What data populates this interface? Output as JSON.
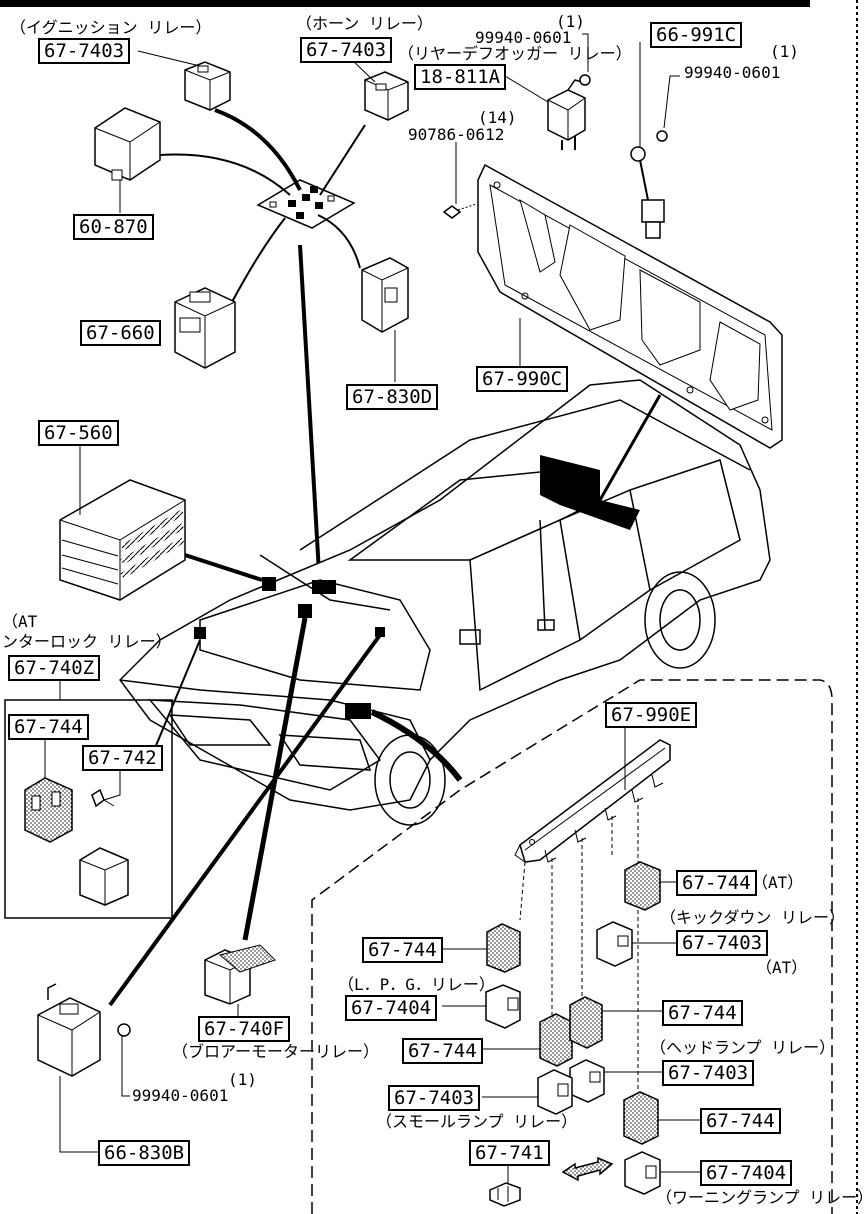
{
  "labels": {
    "ign_relay_note": "（イグニッション リレー）",
    "ign_relay_part": "67-7403",
    "horn_relay_note": "（ホーン リレー）",
    "horn_relay_part": "67-7403",
    "bolt_qty_1": "(1)",
    "bolt_part_1": "99940-0601",
    "defogger_note": "（リヤーデフオッガー リレー）",
    "defogger_part": "18-811A",
    "part_66991C": "66-991C",
    "bolt_qty_2": "(1)",
    "bolt_part_2": "99940-0601",
    "screw_qty": "(14)",
    "screw_part": "90786-0612",
    "part_60870": "60-870",
    "part_67660": "67-660",
    "part_67830D": "67-830D",
    "part_67990C": "67-990C",
    "part_67560": "67-560",
    "at_note_1": "（AT",
    "at_note_2": "ンターロック リレー）",
    "part_67740Z": "67-740Z",
    "part_67744_a": "67-744",
    "part_67742": "67-742",
    "part_67990E": "67-990E",
    "part_67744_at": "67-744",
    "at_suffix_1": "（AT）",
    "kickdown_note": "（キックダウン リレー）",
    "part_67744_b": "67-744",
    "part_7403_kick": "67-7403",
    "at_suffix_2": "（AT）",
    "lpg_note": "（L．P．G．リレー）",
    "part_7404_lpg": "67-7404",
    "part_67744_c": "67-744",
    "part_67744_d": "67-744",
    "headlamp_note": "（ヘッドランプ リレー）",
    "part_7403_head": "67-7403",
    "part_7403_small": "67-7403",
    "small_lamp_note": "（スモールランプ リレー）",
    "part_67744_e": "67-744",
    "part_67740F": "67-740F",
    "blower_note": "（ブロアーモーターリレー）",
    "bolt_qty_3": "(1)",
    "bolt_part_3": "99940-0601",
    "part_66830B": "66-830B",
    "part_67741": "67-741",
    "part_7404_warn": "67-7404",
    "warning_lamp_note": "（ワーニングランプ リレー）"
  }
}
